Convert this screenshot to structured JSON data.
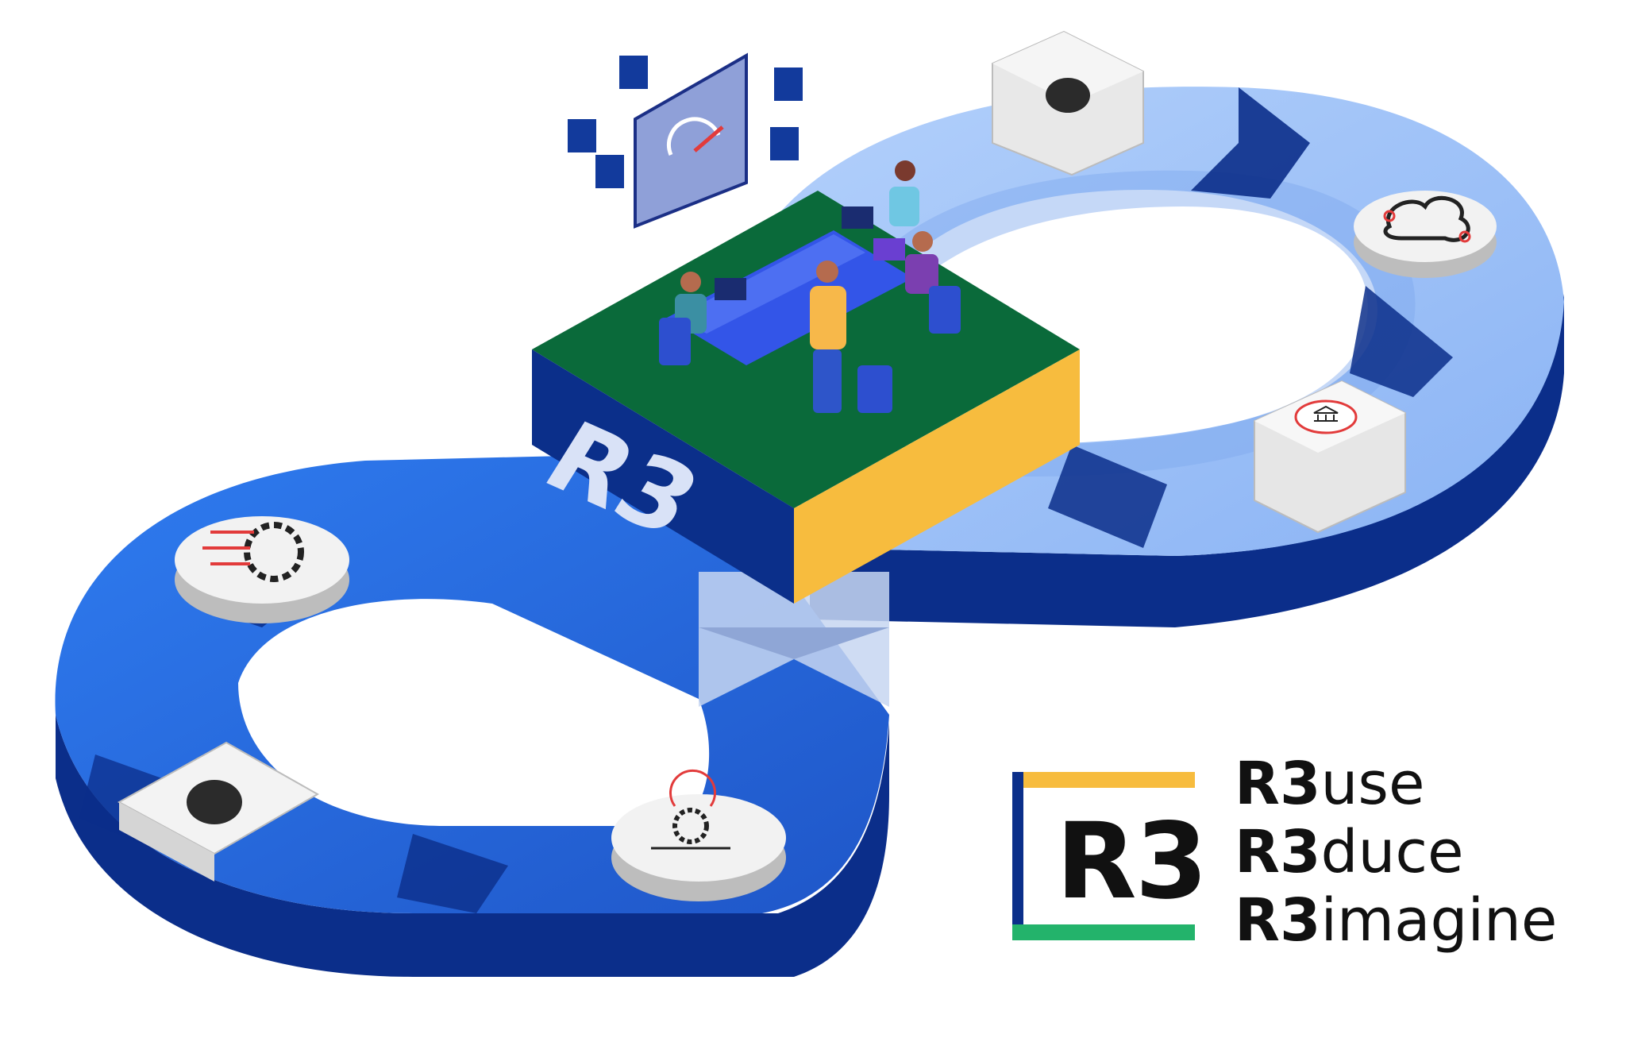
{
  "cube": {
    "label": "R3"
  },
  "logo": {
    "mark": "R3",
    "lines": [
      {
        "prefix": "R3",
        "suffix": "use"
      },
      {
        "prefix": "R3",
        "suffix": "duce"
      },
      {
        "prefix": "R3",
        "suffix": "imagine"
      }
    ],
    "colors": {
      "top": "#f7bc3e",
      "bottom": "#23b36b",
      "left": "#0b2f8a"
    }
  },
  "palette": {
    "loop_dark": "#0b2e8a",
    "loop_mid": "#1f61d6",
    "loop_light": "#9ec0f6",
    "cube_top": "#0a6a3a",
    "cube_front": "#0b2f8a",
    "cube_side": "#f7bc3e",
    "accent_red": "#e23b3b"
  },
  "icons": [
    "speed-gear-icon",
    "cloud-network-icon",
    "bank-icon",
    "cloud-server-icon",
    "cycle-gear-icon",
    "dashboard-gauge-icon",
    "team-collaboration-illustration"
  ]
}
